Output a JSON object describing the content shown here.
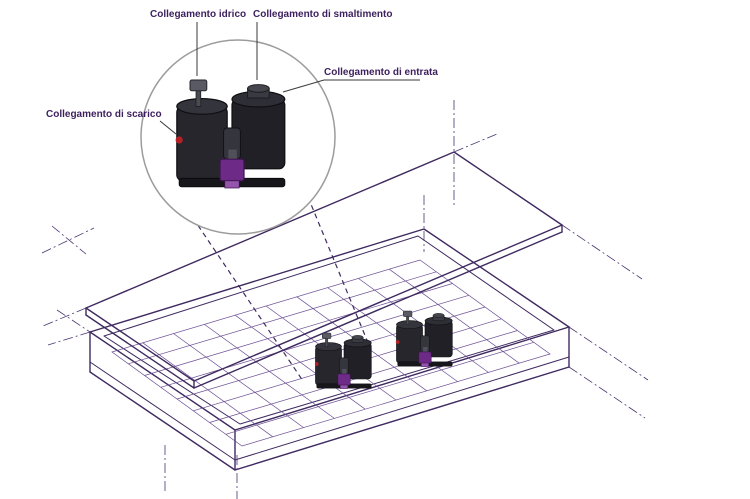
{
  "diagram": {
    "labels": {
      "water": "Collegamento idrico",
      "disposal": "Collegamento di smaltimento",
      "inlet": "Collegamento di entrata",
      "drain": "Collegamento di scarico"
    },
    "colors": {
      "outline_purple": "#3f2a60",
      "grid_purple": "#6b4f94",
      "label_text": "#3c1f5e",
      "unit_dark": "#202026",
      "pump_accent": "#6d2a86",
      "red_connector": "#b52025",
      "callout_stroke": "#9c9c9c",
      "leader_line": "#3a3a3a"
    }
  }
}
